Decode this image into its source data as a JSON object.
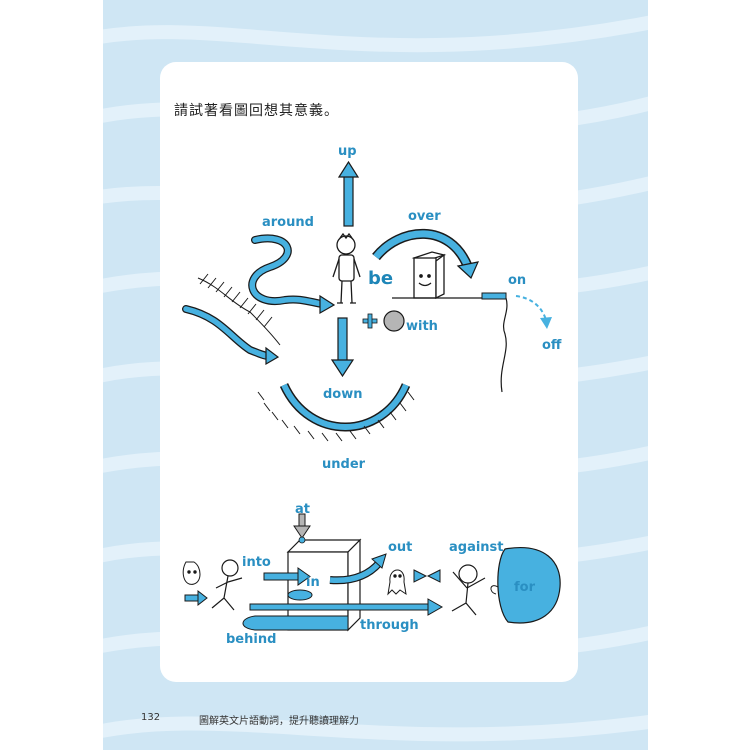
{
  "page": {
    "instruction": "請試著看圖回想其意義。",
    "page_number": "132",
    "footer_title": "圖解英文片語動詞，提升聽讀理解力"
  },
  "labels": {
    "up": "up",
    "around": "around",
    "over": "over",
    "be": "be",
    "on": "on",
    "off": "off",
    "with": "with",
    "down": "down",
    "under": "under",
    "at": "at",
    "into": "into",
    "in": "in",
    "out": "out",
    "against": "against",
    "for": "for",
    "behind": "behind",
    "through": "through"
  },
  "colors": {
    "arrow_blue": "#47b1e0",
    "label_blue": "#2a8fc2",
    "background_waves": "#cfe6f4"
  }
}
